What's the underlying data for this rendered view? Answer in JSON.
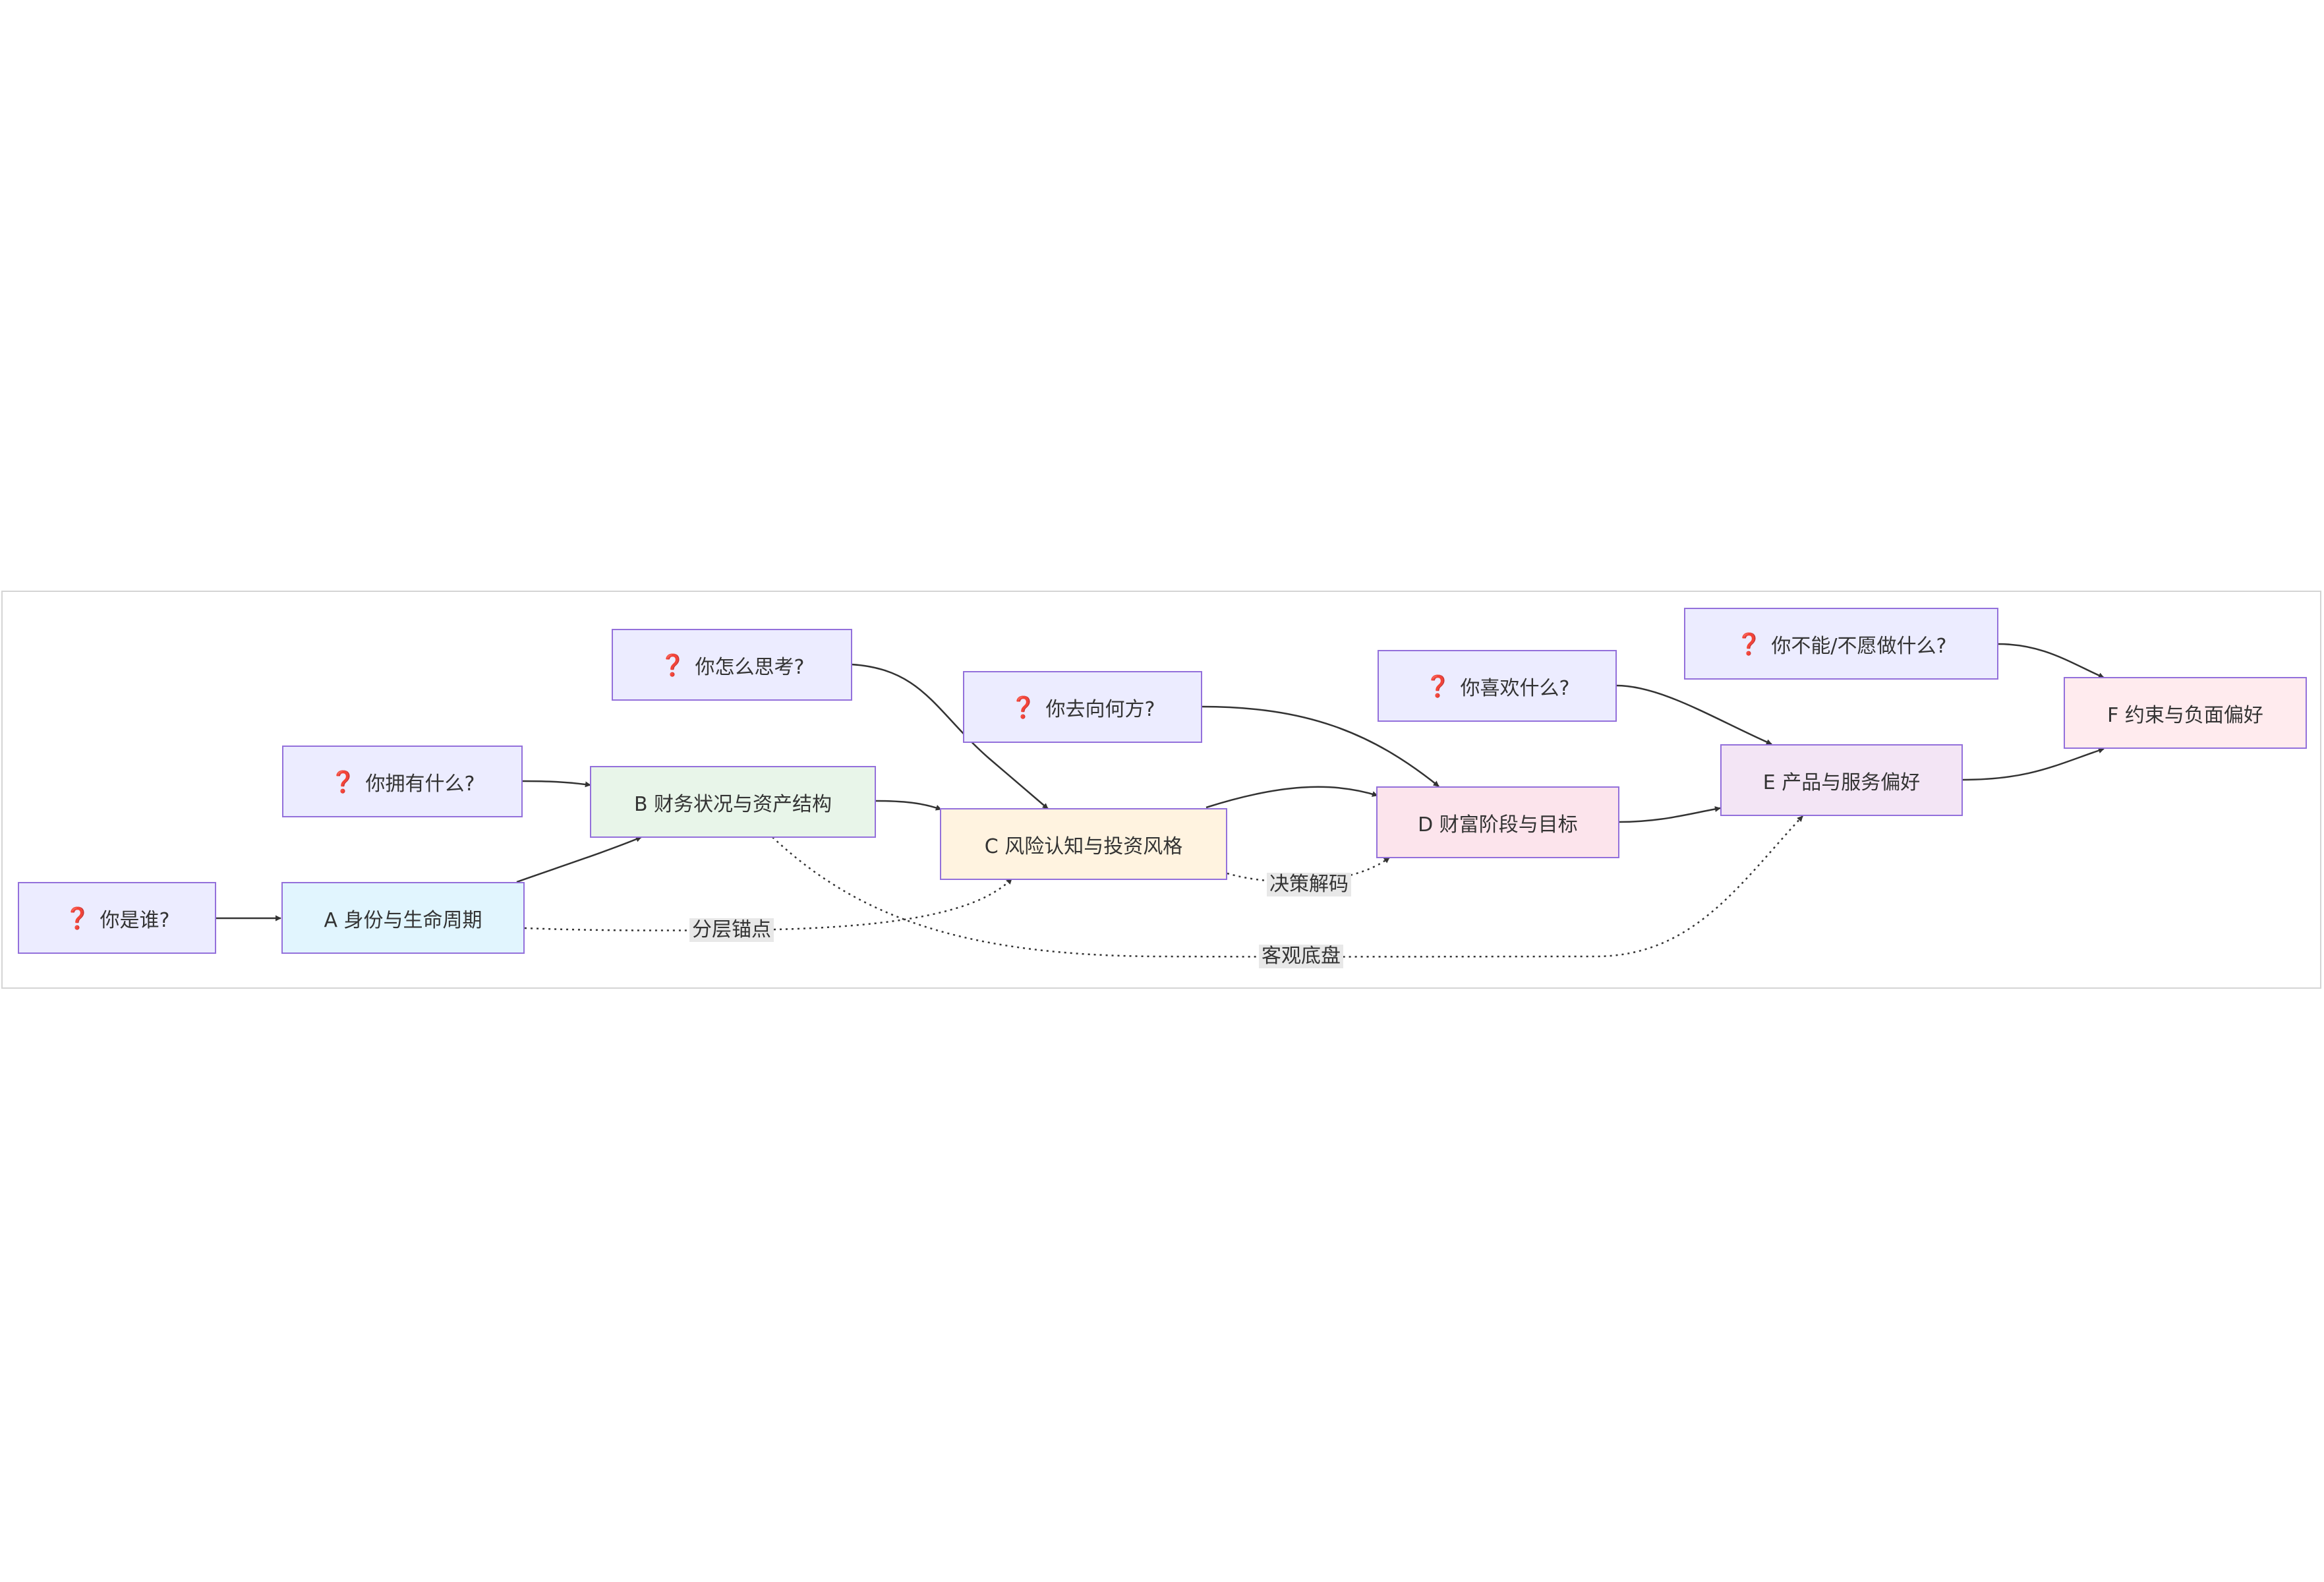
{
  "question_nodes": {
    "who": {
      "icon": "question-mark-icon",
      "text": "你是谁?"
    },
    "have": {
      "icon": "question-mark-icon",
      "text": "你拥有什么?"
    },
    "think": {
      "icon": "question-mark-icon",
      "text": "你怎么思考?"
    },
    "goal": {
      "icon": "question-mark-icon",
      "text": "你去向何方?"
    },
    "like": {
      "icon": "question-mark-icon",
      "text": "你喜欢什么?"
    },
    "cannot": {
      "icon": "question-mark-icon",
      "text": "你不能/不愿做什么?"
    }
  },
  "question_mark": "❓",
  "dimension_nodes": {
    "a": {
      "text": "A 身份与生命周期",
      "fill": "#e1f5fe"
    },
    "b": {
      "text": "B 财务状况与资产结构",
      "fill": "#e8f5e9"
    },
    "c": {
      "text": "C 风险认知与投资风格",
      "fill": "#fff3e0"
    },
    "d": {
      "text": "D 财富阶段与目标",
      "fill": "#fce4ec"
    },
    "e": {
      "text": "E 产品与服务偏好",
      "fill": "#f3e5f5"
    },
    "f": {
      "text": "F 约束与负面偏好",
      "fill": "#ffebee"
    }
  },
  "colors": {
    "question_fill": "#ececff",
    "node_border": "#9370db",
    "edge": "#333333",
    "label_bg": "#e8e8e8"
  },
  "edge_labels": {
    "layered_anchor": "分层锚点",
    "decision_decode": "决策解码",
    "objective_base": "客观底盘"
  }
}
